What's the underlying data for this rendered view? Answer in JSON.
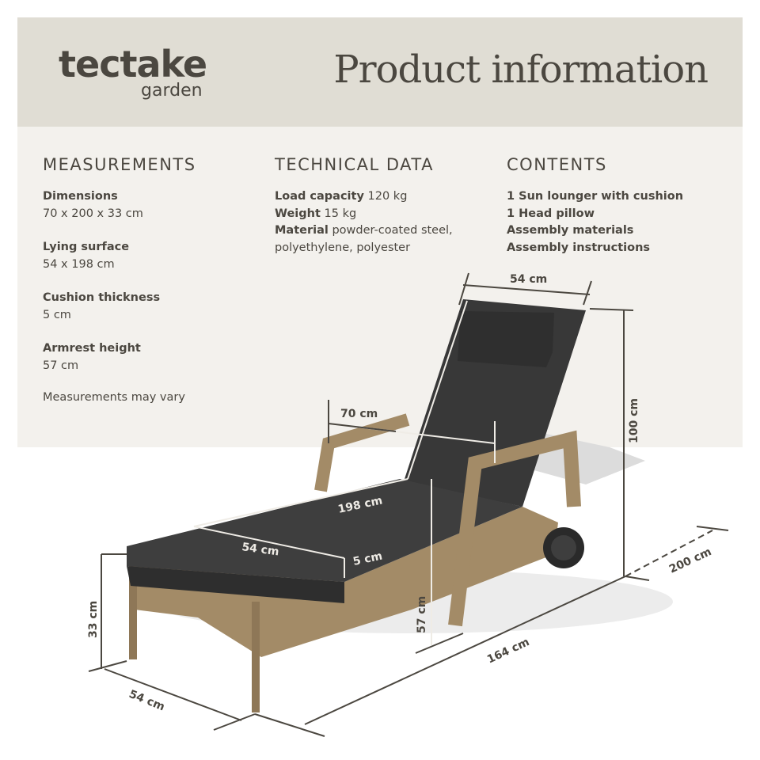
{
  "header": {
    "brand": "tectake",
    "brand_sub": "garden",
    "title": "Product information"
  },
  "measurements": {
    "heading": "MEASUREMENTS",
    "items": [
      {
        "label": "Dimensions",
        "value": "70 x 200 x 33 cm"
      },
      {
        "label": "Lying surface",
        "value": "54 x 198 cm"
      },
      {
        "label": "Cushion thickness",
        "value": "5 cm"
      },
      {
        "label": "Armrest height",
        "value": "57 cm"
      }
    ],
    "note": "Measurements may vary"
  },
  "technical": {
    "heading": "TECHNICAL DATA",
    "items": [
      {
        "label": "Load capacity",
        "value": " 120 kg"
      },
      {
        "label": "Weight",
        "value": " 15 kg"
      },
      {
        "label": "Material",
        "value": " powder-coated steel,"
      }
    ],
    "continuation": "polyethylene, polyester"
  },
  "contents": {
    "heading": "CONTENTS",
    "items": [
      "1 Sun lounger with cushion",
      "1 Head pillow",
      "Assembly materials",
      "Assembly instructions"
    ]
  },
  "diagram": {
    "labels": {
      "backrest_width": "54 cm",
      "total_height": "100 cm",
      "armrest_width": "70 cm",
      "lying_length": "198 cm",
      "lying_width": "54 cm",
      "cushion_thickness": "5 cm",
      "seat_height": "33 cm",
      "armrest_height": "57 cm",
      "base_width": "54 cm",
      "base_length": "164 cm",
      "total_length": "200 cm"
    },
    "colors": {
      "cushion": "#3a3a3a",
      "rattan": "#a38b67",
      "lines_dark": "#4b4740",
      "lines_light": "#efece6"
    }
  }
}
